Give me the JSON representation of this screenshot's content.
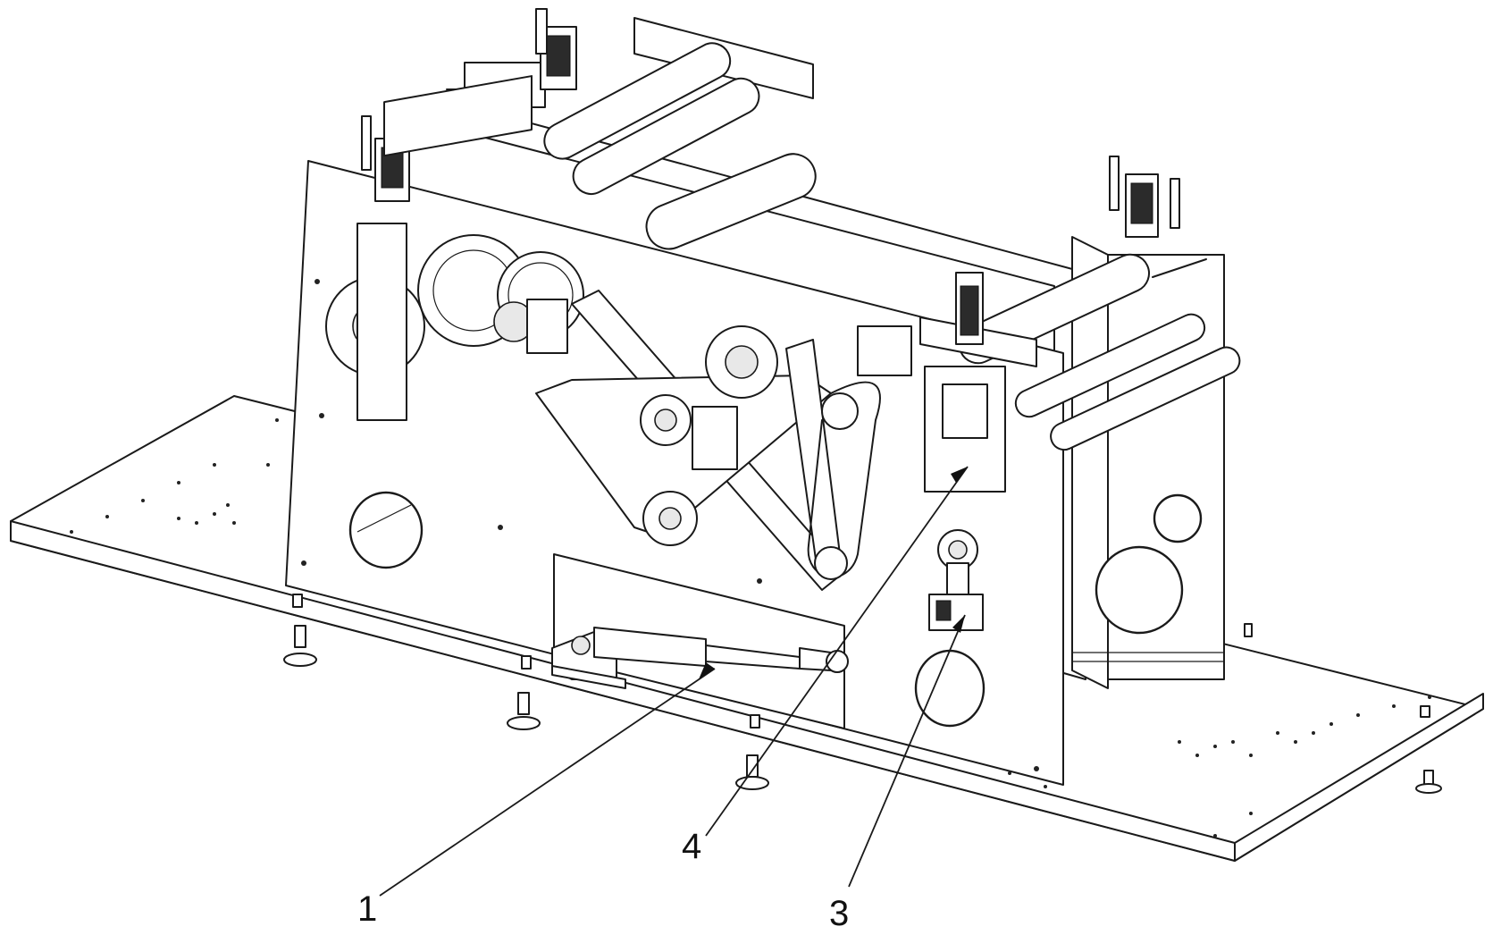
{
  "figure": {
    "callouts": [
      {
        "id": "1",
        "text": "1"
      },
      {
        "id": "4",
        "text": "4"
      },
      {
        "id": "3",
        "text": "3"
      }
    ]
  }
}
